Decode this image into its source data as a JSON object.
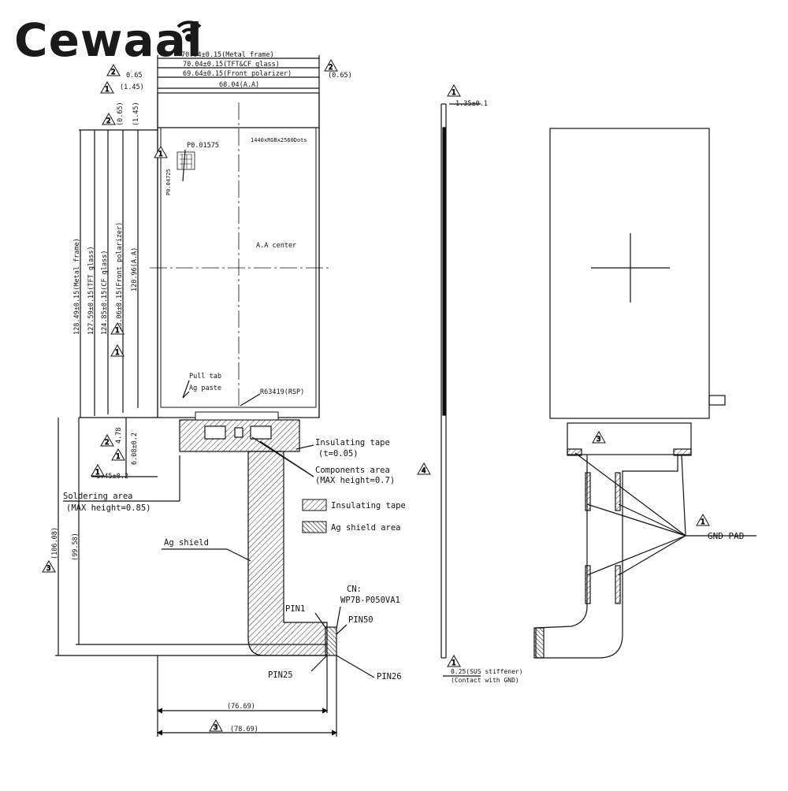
{
  "logo": {
    "text": "Cewaal"
  },
  "dimensions": {
    "metal_frame_w": "70.94±0.15(Metal frame)",
    "tft_w": "70.04±0.15(TFT&CF glass)",
    "polarizer_w": "69.64±0.15(Front polarizer)",
    "aa_w": "68.04(A.A)",
    "d065a": "0.65",
    "d065b": "(0.65)",
    "d145": "(1.45)",
    "d065v": "(0.65)",
    "d145v": "(1.45)",
    "metal_frame_h": "128.49±0.15(Metal frame)",
    "tft_h": "127.59±0.15(TFT glass)",
    "cf_h": "124.85±0.15(CF glass)",
    "polarizer_h": "123.06±0.15(Front polarizer)",
    "aa_h": "120.96(A.A)",
    "d478": "4.78",
    "d608": "6.08±0.2",
    "d145b": "1.45±0.2",
    "d10608": "(106.08)",
    "d9958": "(99.58)",
    "d7669": "(76.69)",
    "d7869": "(78.69)",
    "thickness": "1.35±0.1",
    "sus": "0.25(SUS stiffener)",
    "sus2": "(Contact with GND)"
  },
  "labels": {
    "p1": "P0.01575",
    "p2": "P0.04725",
    "resolution": "1440xRGBx2560Dots",
    "aa_center": "A.A center",
    "pull_tab": "Pull tab",
    "ag_paste": "Ag paste",
    "rs": "R63419(RSP)",
    "ins_tape": "Insulating tape",
    "ins_t": "(t=0.05)",
    "comp_area": "Components area",
    "comp_h": "(MAX height=0.7)",
    "solder": "Soldering area",
    "solder_h": "(MAX height=0.85)",
    "legend_ins": "Insulating tape",
    "legend_ag": "Ag shield area",
    "ag_shield": "Ag shield",
    "cn": "CN:",
    "cn_part": "WP7B-P050VA1",
    "pin1": "PIN1",
    "pin50": "PIN50",
    "pin25": "PIN25",
    "pin26": "PIN26",
    "gnd_pad": "GND PAD"
  },
  "marks": {
    "m1": "1",
    "m2": "2",
    "m3": "3",
    "m4": "4"
  }
}
